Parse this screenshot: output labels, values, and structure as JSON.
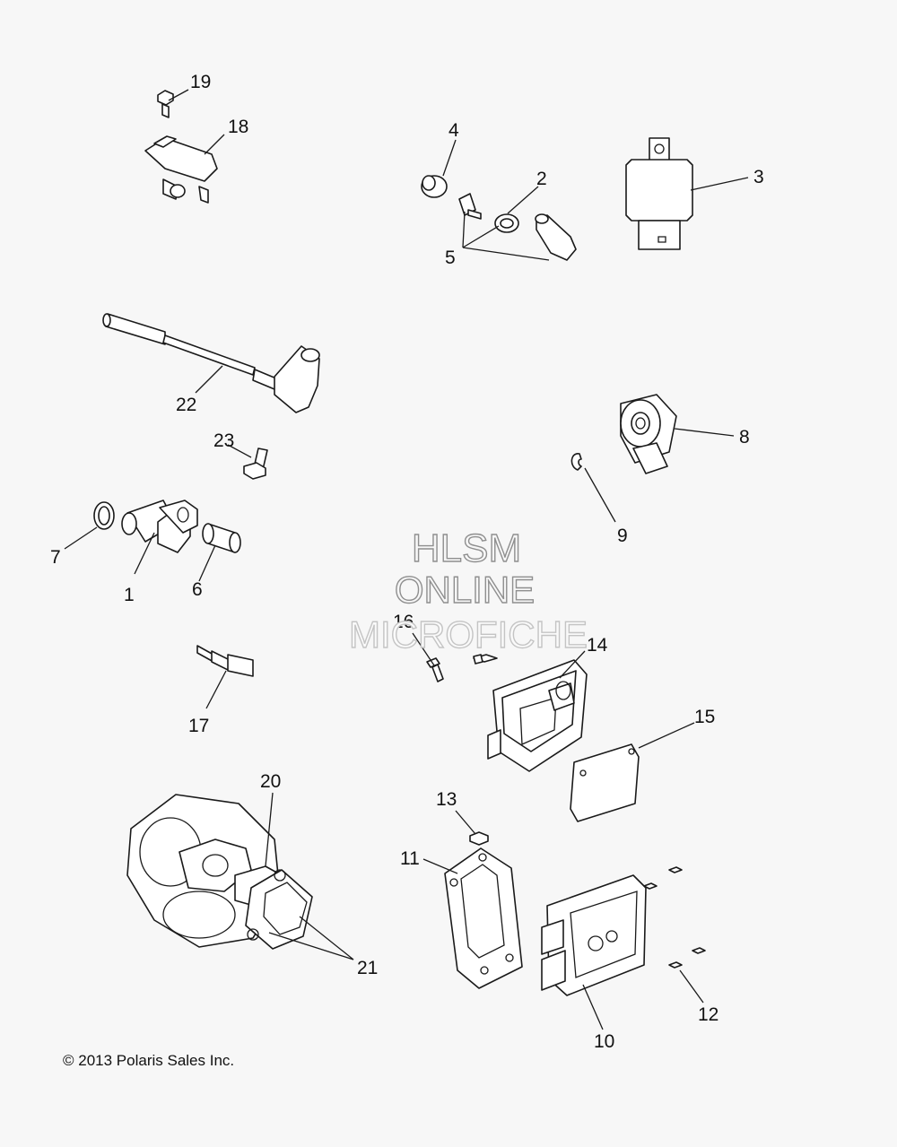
{
  "watermark": {
    "line1": "HLSM",
    "line2": "ONLINE",
    "line3": "MICROFICHE"
  },
  "copyright": "© 2013 Polaris Sales Inc.",
  "callouts": {
    "c1": "1",
    "c2": "2",
    "c3": "3",
    "c4": "4",
    "c5": "5",
    "c6": "6",
    "c7": "7",
    "c8": "8",
    "c9": "9",
    "c10": "10",
    "c11": "11",
    "c12": "12",
    "c13": "13",
    "c14": "14",
    "c15": "15",
    "c16": "16",
    "c17": "17",
    "c18": "18",
    "c19": "19",
    "c20": "20",
    "c21": "21",
    "c22": "22",
    "c23": "23"
  },
  "colors": {
    "background": "#f7f7f7",
    "line": "#1a1a1a",
    "watermark_outline": "#8f8f8f"
  }
}
